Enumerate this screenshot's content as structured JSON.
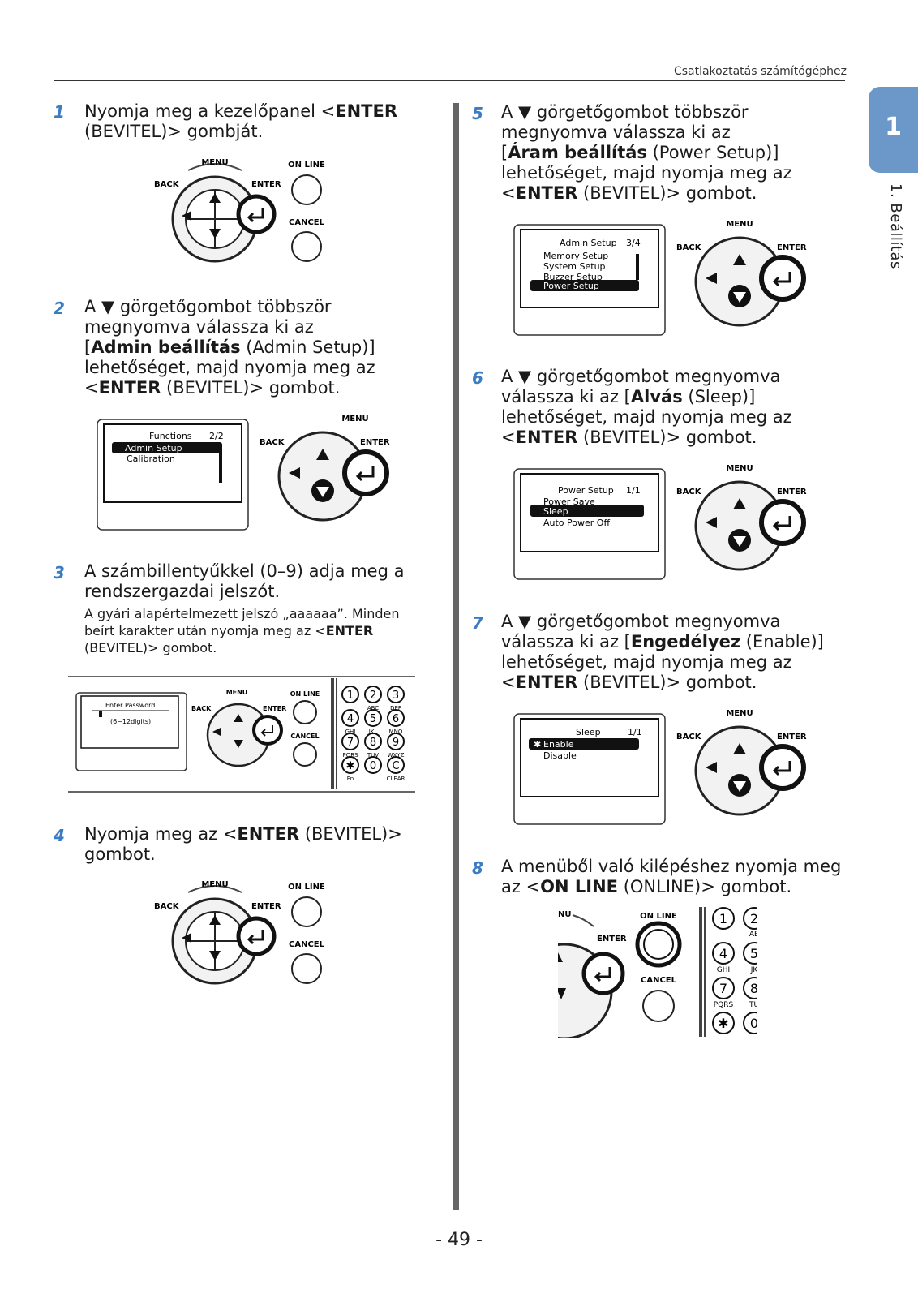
{
  "header": {
    "title": "Csatlakoztatás számítógéphez"
  },
  "side_tab": {
    "number": "1",
    "label": "1. Beállítás"
  },
  "page_number": "- 49 -",
  "buttons": {
    "menu": "MENU",
    "back": "BACK",
    "enter": "ENTER",
    "online": "ON LINE",
    "cancel": "CANCEL",
    "nu": "NU"
  },
  "steps": [
    {
      "num": "1",
      "lines": [
        "Nyomja meg a kezelőpanel <ENTER",
        "(BEVITEL)> gombját."
      ]
    },
    {
      "num": "2",
      "lines": [
        "A ▼ görgetőgombot többször",
        "megnyomva válassza ki az",
        "[Admin beállítás (Admin Setup)]",
        "lehetőséget, majd nyomja meg az",
        "<ENTER (BEVITEL)> gombot."
      ]
    },
    {
      "num": "3",
      "lines": [
        "A számbillentyűkkel (0–9) adja meg a",
        "rendszergazdai jelszót."
      ],
      "note_lines": [
        "A gyári alapértelmezett jelszó „aaaaaa”. Minden",
        "beírt karakter után nyomja meg az <ENTER",
        "(BEVITEL)> gombot."
      ]
    },
    {
      "num": "4",
      "lines": [
        "Nyomja meg az <ENTER (BEVITEL)>",
        "gombot."
      ]
    },
    {
      "num": "5",
      "lines": [
        "A ▼ görgetőgombot többször",
        "megnyomva válassza ki az",
        "[Áram beállítás (Power Setup)]",
        "lehetőséget, majd nyomja meg az",
        "<ENTER (BEVITEL)> gombot."
      ]
    },
    {
      "num": "6",
      "lines": [
        "A ▼ görgetőgombot megnyomva",
        "válassza ki az [Alvás (Sleep)]",
        "lehetőséget, majd nyomja meg az",
        "<ENTER (BEVITEL)> gombot."
      ]
    },
    {
      "num": "7",
      "lines": [
        "A ▼ görgetőgombot megnyomva",
        "válassza ki az [Engedélyez (Enable)]",
        "lehetőséget, majd nyomja meg az",
        "<ENTER (BEVITEL)> gombot."
      ]
    },
    {
      "num": "8",
      "lines": [
        "A menüből való kilépéshez nyomja meg",
        "az <ON LINE (ONLINE)> gombot."
      ]
    }
  ],
  "screens": {
    "admin": {
      "title": "Functions",
      "page": "2/2",
      "items": [
        "Admin Setup",
        "Calibration"
      ]
    },
    "password": {
      "title": "Enter Password",
      "hint": "(6~12digits)"
    },
    "power": {
      "title": "Admin Setup",
      "page": "3/4",
      "items": [
        "Memory Setup",
        "System Setup",
        "Buzzer Setup",
        "Power Setup"
      ]
    },
    "sleep": {
      "title": "Power Setup",
      "page": "1/1",
      "items": [
        "Power Save",
        "Sleep",
        "Auto Power Off"
      ]
    },
    "enable": {
      "title": "Sleep",
      "page": "1/1",
      "items": [
        "Enable",
        "Disable"
      ]
    }
  },
  "keypad": {
    "digits": [
      "1",
      "2",
      "3",
      "4",
      "5",
      "6",
      "7",
      "8",
      "9",
      "✱",
      "0",
      "C"
    ],
    "letters": [
      "",
      "ABC",
      "DEF",
      "GHI",
      "JKL",
      "MNO",
      "PQRS",
      "TUV",
      "WXYZ",
      "Fn",
      "",
      "CLEAR"
    ],
    "partial_letters": [
      "AB",
      "GHI",
      "JK",
      "PQRS",
      "TU"
    ]
  }
}
